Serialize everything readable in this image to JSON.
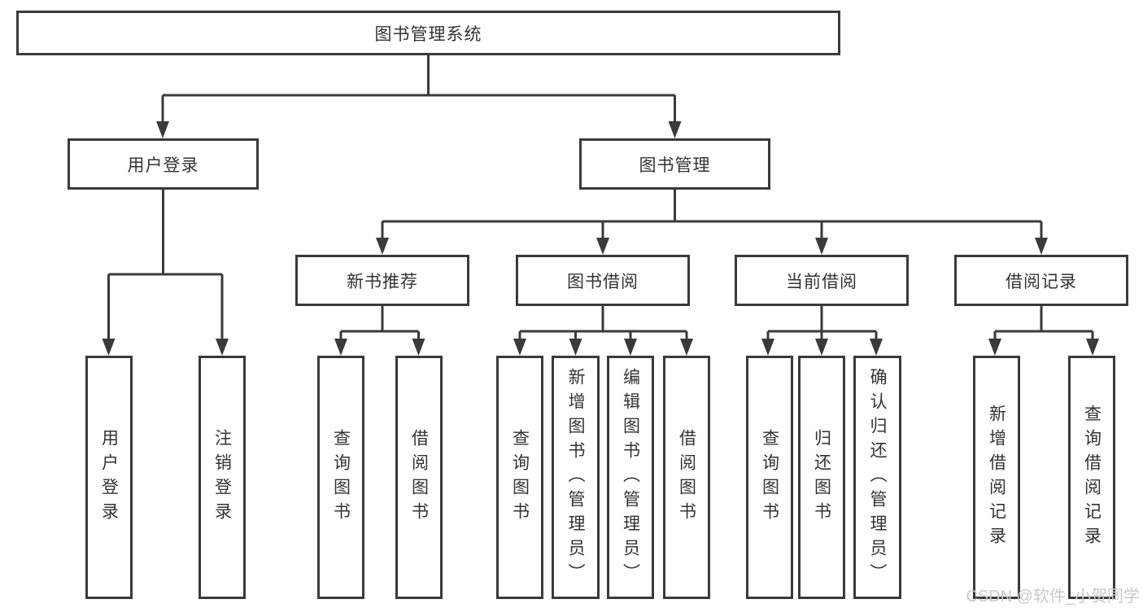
{
  "diagram": {
    "root": {
      "label": "图书管理系统"
    },
    "level2": {
      "user_login": {
        "label": "用户登录"
      },
      "book_mgmt": {
        "label": "图书管理"
      }
    },
    "level3": {
      "new_book_rec": {
        "label": "新书推荐"
      },
      "book_borrow": {
        "label": "图书借阅"
      },
      "current_borrow": {
        "label": "当前借阅"
      },
      "borrow_records": {
        "label": "借阅记录"
      }
    },
    "leaves": {
      "user_login_leaf": {
        "label": "用户登录"
      },
      "logout": {
        "label": "注销登录"
      },
      "query_books_1": {
        "label": "查询图书"
      },
      "borrow_books_1": {
        "label": "借阅图书"
      },
      "query_books_2": {
        "label": "查询图书"
      },
      "add_books_admin": {
        "label": "新增图书（管理员）"
      },
      "edit_books_admin": {
        "label": "编辑图书（管理员）"
      },
      "borrow_books_2": {
        "label": "借阅图书"
      },
      "query_books_3": {
        "label": "查询图书"
      },
      "return_books": {
        "label": "归还图书"
      },
      "confirm_return_admin": {
        "label": "确认归还（管理员）"
      },
      "add_borrow_record": {
        "label": "新增借阅记录"
      },
      "query_borrow_record": {
        "label": "查询借阅记录"
      }
    },
    "watermark": "CSDN @软件_小贺同学",
    "colors": {
      "line": "#3a3a3a",
      "border": "#3a3a3a",
      "text": "#333333",
      "watermark": "#c7cad1",
      "bg": "#ffffff"
    }
  }
}
